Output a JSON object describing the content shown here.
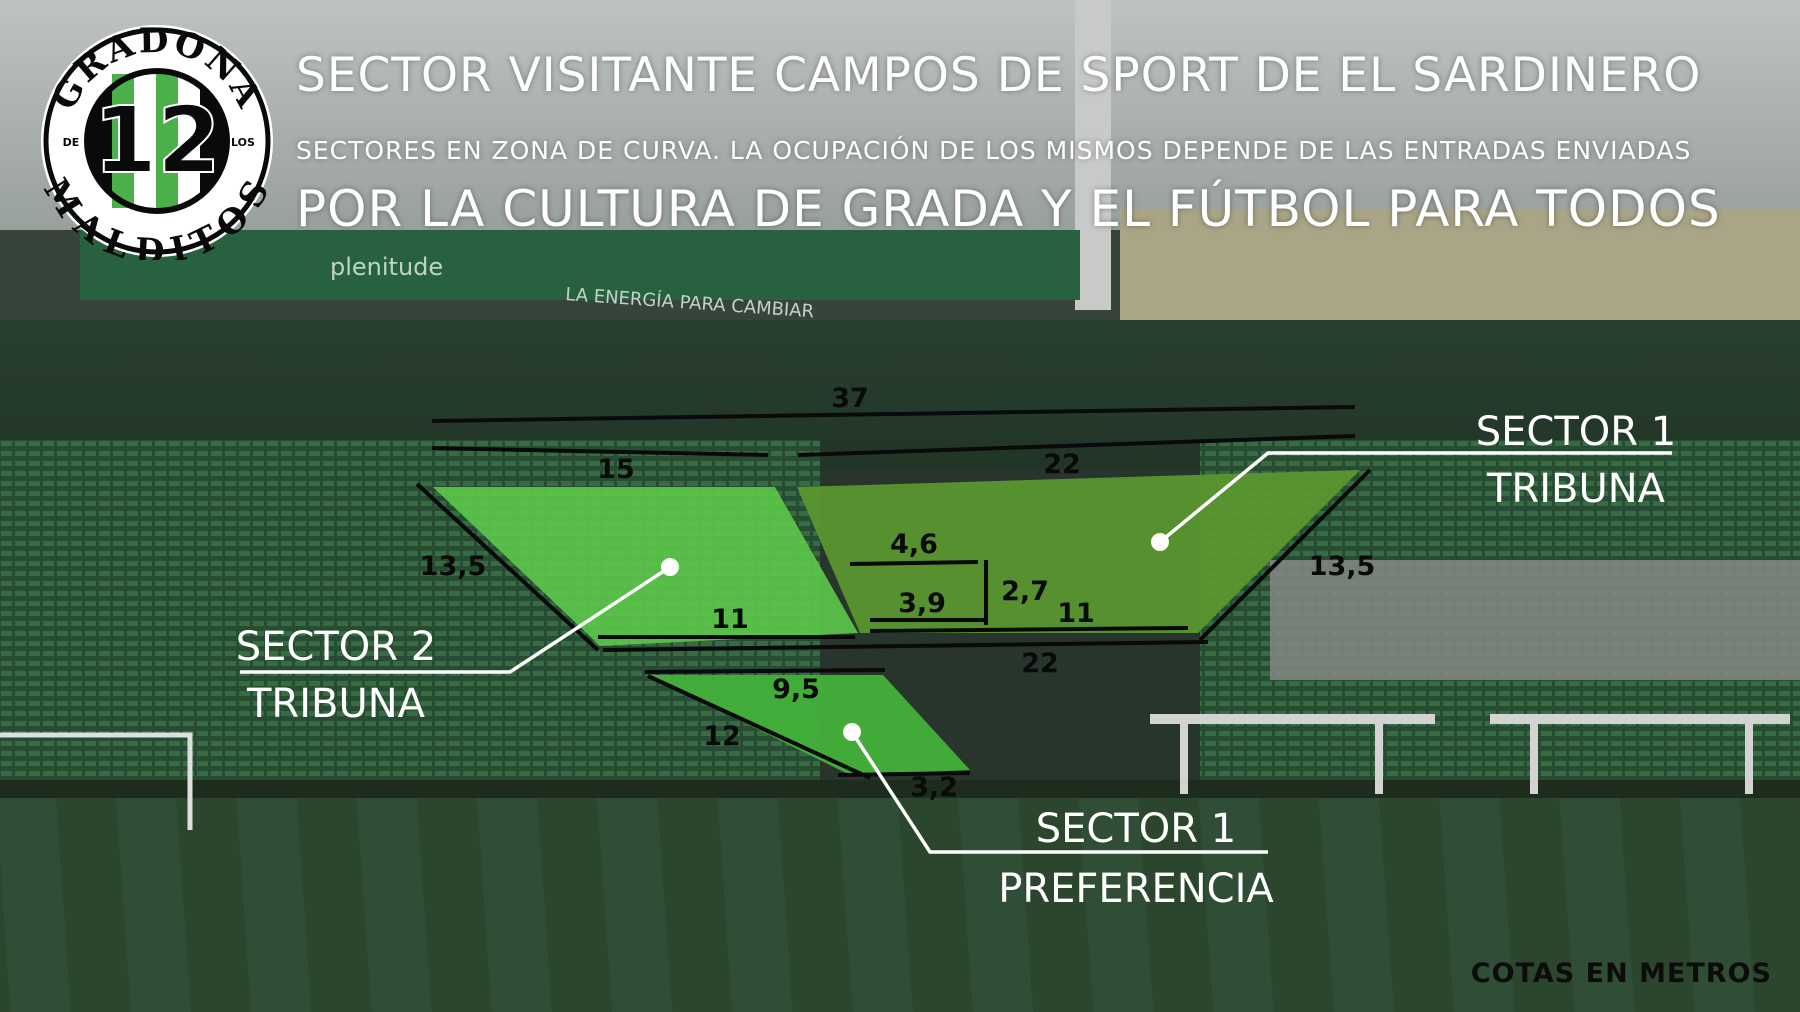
{
  "header": {
    "title": "SECTOR VISITANTE CAMPOS DE SPORT DE EL SARDINERO",
    "subtitle": "SECTORES EN ZONA DE CURVA. LA OCUPACIÓN DE LOS MISMOS DEPENDE DE LAS ENTRADAS ENVIADAS",
    "slogan": "POR LA CULTURA DE GRADA Y EL FÚTBOL PARA TODOS"
  },
  "logo": {
    "top_text": "GRADONA",
    "bottom_text": "MALDITOS",
    "left_text": "DE",
    "right_text": "LOS",
    "number": "12"
  },
  "background_signage": {
    "brand": "plenitude",
    "slogan": "LA ENERGÍA PARA CAMBIAR"
  },
  "sectors": [
    {
      "id": "sector-1-tribuna",
      "line1": "SECTOR 1",
      "line2": "TRIBUNA"
    },
    {
      "id": "sector-2-tribuna",
      "line1": "SECTOR 2",
      "line2": "TRIBUNA"
    },
    {
      "id": "sector-1-preferencia",
      "line1": "SECTOR 1",
      "line2": "PREFERENCIA"
    }
  ],
  "dimensions": {
    "top_total": "37",
    "top_left": "15",
    "top_right": "22",
    "left_side": "13,5",
    "right_side": "13,5",
    "inner_width": "4,6",
    "inner_depth": "2,7",
    "inner_bottom": "3,9",
    "bottom_left": "11",
    "bottom_right": "11",
    "bottom_total": "22",
    "pref_top": "9,5",
    "pref_side": "12",
    "pref_bottom": "3,2"
  },
  "footer": {
    "units": "COTAS EN METROS"
  },
  "colors": {
    "sector_light_green": "#5cc94a",
    "sector_olive_green": "#5c9a2f",
    "sector_pref_green": "#43b43a",
    "text_white": "#ffffff",
    "dimension_black": "#0a0a0a"
  }
}
